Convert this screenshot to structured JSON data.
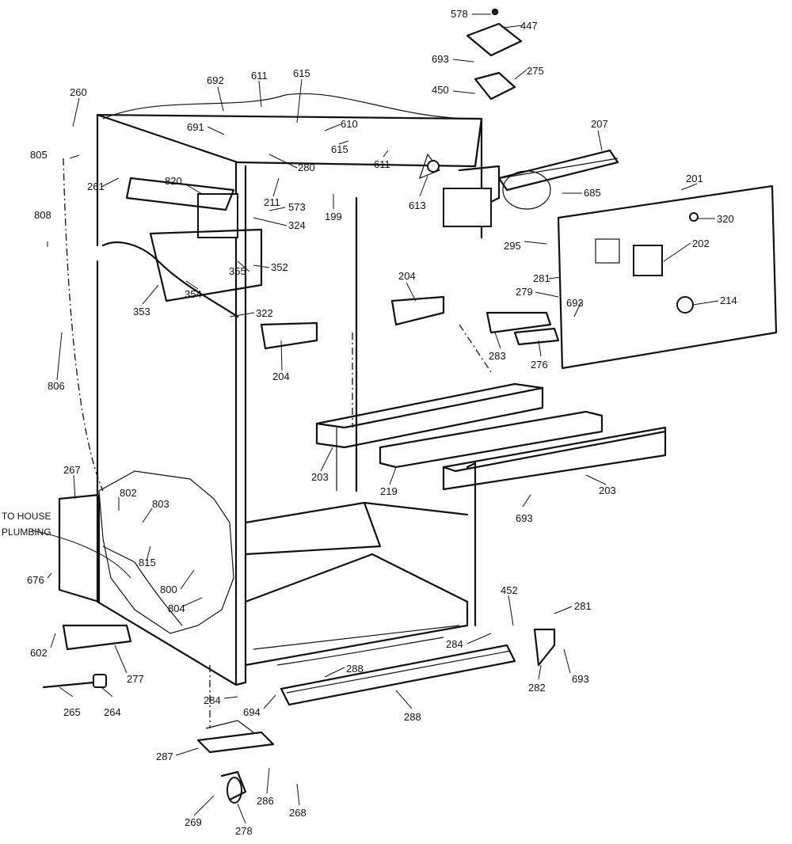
{
  "note": {
    "line1": "TO HOUSE",
    "line2": "PLUMBING"
  },
  "labels": [
    "578",
    "447",
    "693",
    "275",
    "450",
    "207",
    "692",
    "611",
    "615",
    "260",
    "691",
    "610",
    "615",
    "611",
    "805",
    "280",
    "613",
    "685",
    "201",
    "820",
    "211",
    "573",
    "199",
    "324",
    "320",
    "261",
    "808",
    "202",
    "295",
    "352",
    "355",
    "281",
    "354",
    "204",
    "353",
    "322",
    "279",
    "693",
    "214",
    "204",
    "283",
    "276",
    "806",
    "203",
    "219",
    "203",
    "693",
    "267",
    "802",
    "803",
    "815",
    "676",
    "800",
    "804",
    "452",
    "281",
    "602",
    "284",
    "277",
    "288",
    "282",
    "693",
    "694",
    "284",
    "265",
    "264",
    "288",
    "287",
    "286",
    "268",
    "269",
    "278"
  ]
}
